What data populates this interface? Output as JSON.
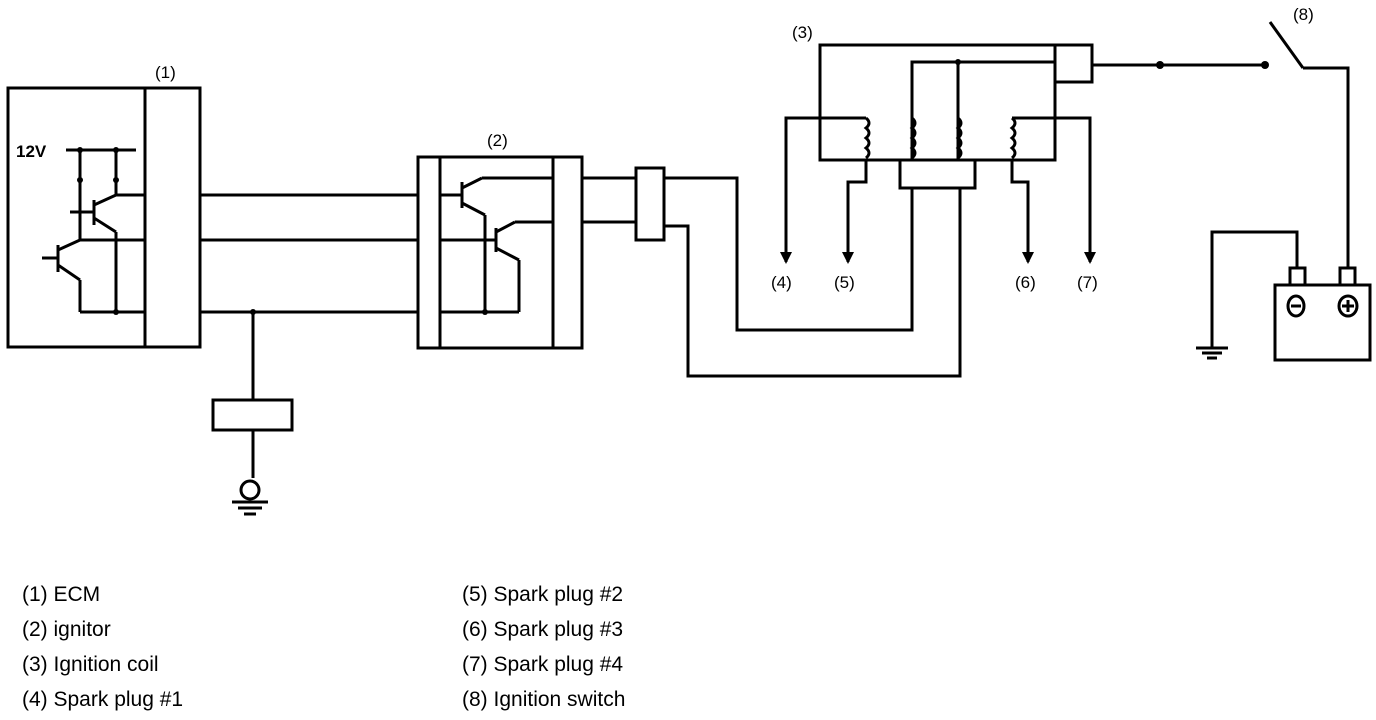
{
  "diagram": {
    "labels": {
      "ecm": "(1)",
      "ignitor": "(2)",
      "coil": "(3)",
      "plug1": "(4)",
      "plug2": "(5)",
      "plug3": "(6)",
      "plug4": "(7)",
      "switch": "(8)",
      "voltage": "12V"
    },
    "legend": [
      "(1) ECM",
      "(2) ignitor",
      "(3) Ignition coil",
      "(4) Spark plug #1",
      "(5) Spark plug #2",
      "(6) Spark plug #3",
      "(7) Spark plug #4",
      "(8) Ignition switch"
    ]
  }
}
